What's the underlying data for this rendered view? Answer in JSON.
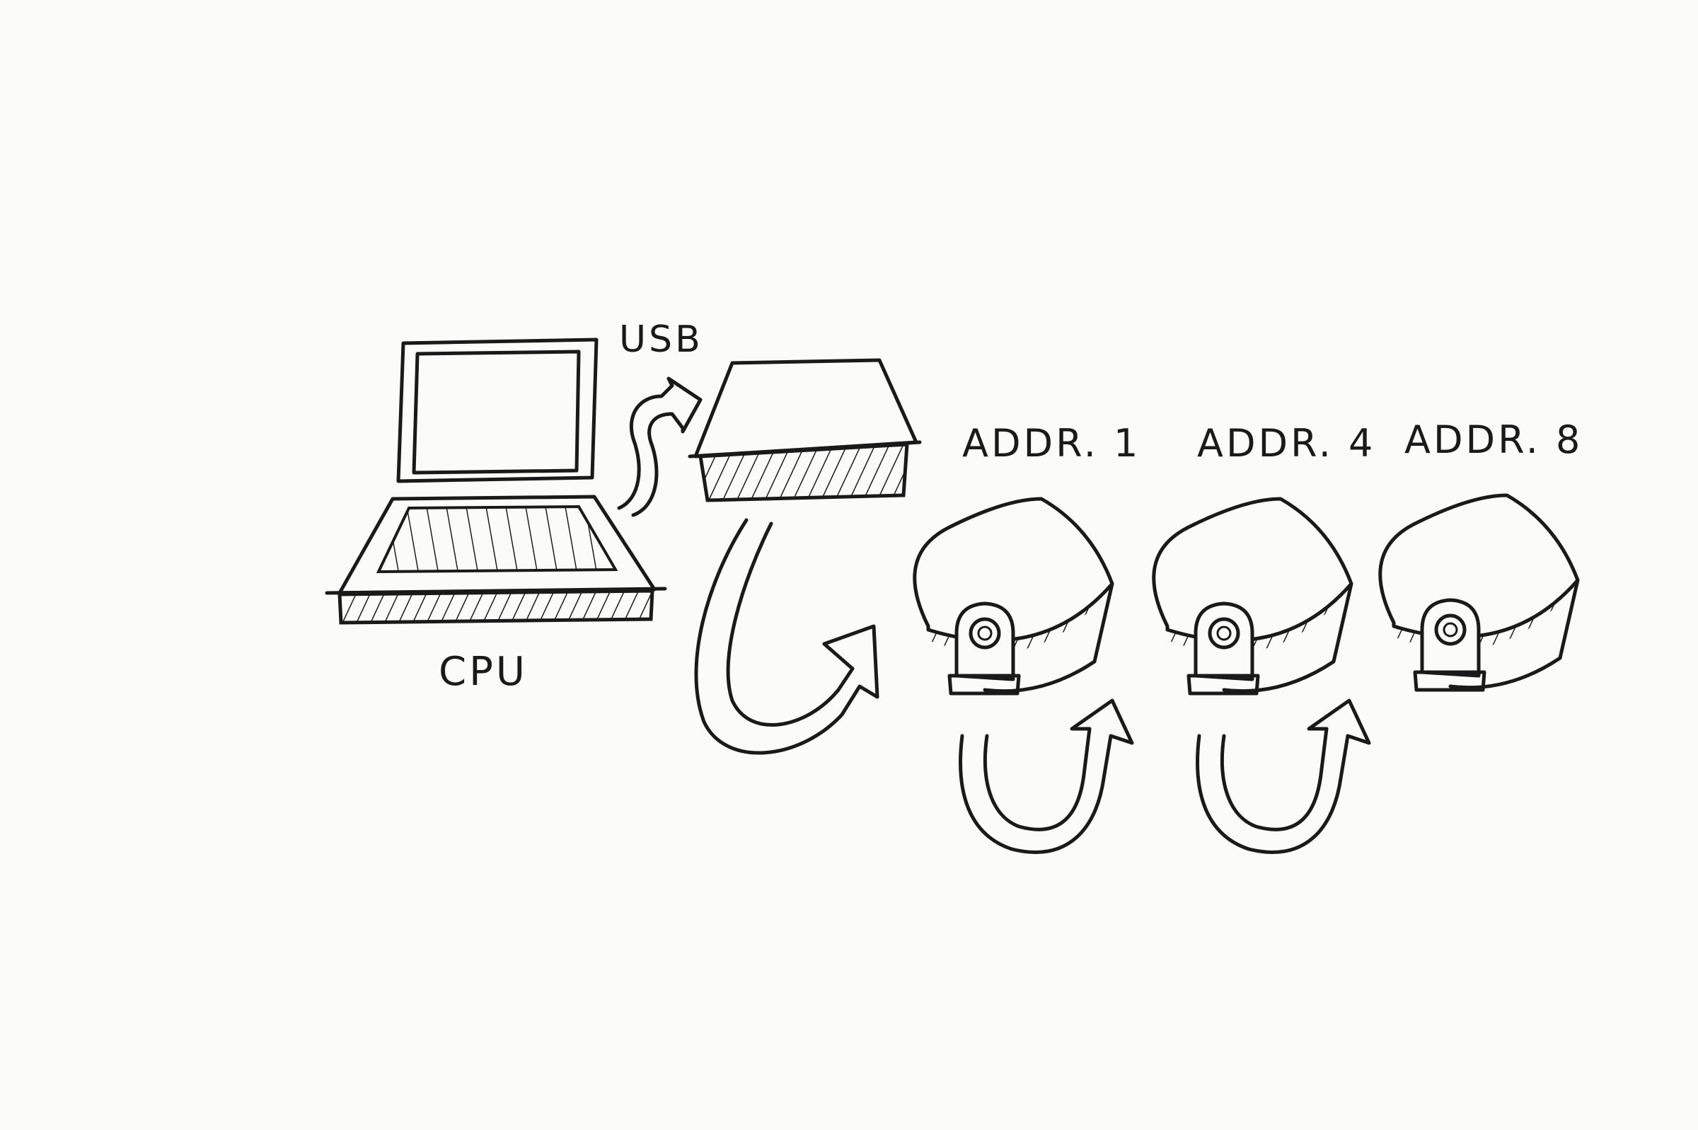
{
  "labels": {
    "usb": "USB",
    "cpu": "CPU",
    "servo_1": "ADDR. 1",
    "servo_2": "ADDR. 4",
    "servo_3": "ADDR. 8"
  },
  "colors": {
    "ink": "#1a1a1a",
    "paper": "#fbfbf9"
  }
}
